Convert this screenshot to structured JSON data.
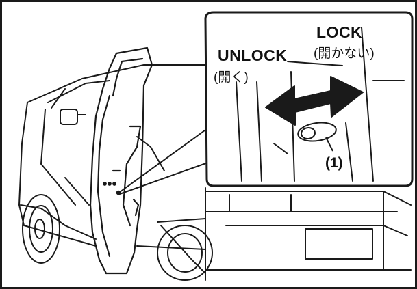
{
  "labels": {
    "lock": "LOCK",
    "lock_sub": "(開かない)",
    "unlock": "UNLOCK",
    "unlock_sub": "(開く)",
    "callout": "(1)"
  },
  "colors": {
    "line": "#1a1a1a",
    "background": "#ffffff"
  },
  "icons": [
    "car-icon",
    "door-icon",
    "child-lock-switch-icon",
    "double-arrow-icon"
  ]
}
